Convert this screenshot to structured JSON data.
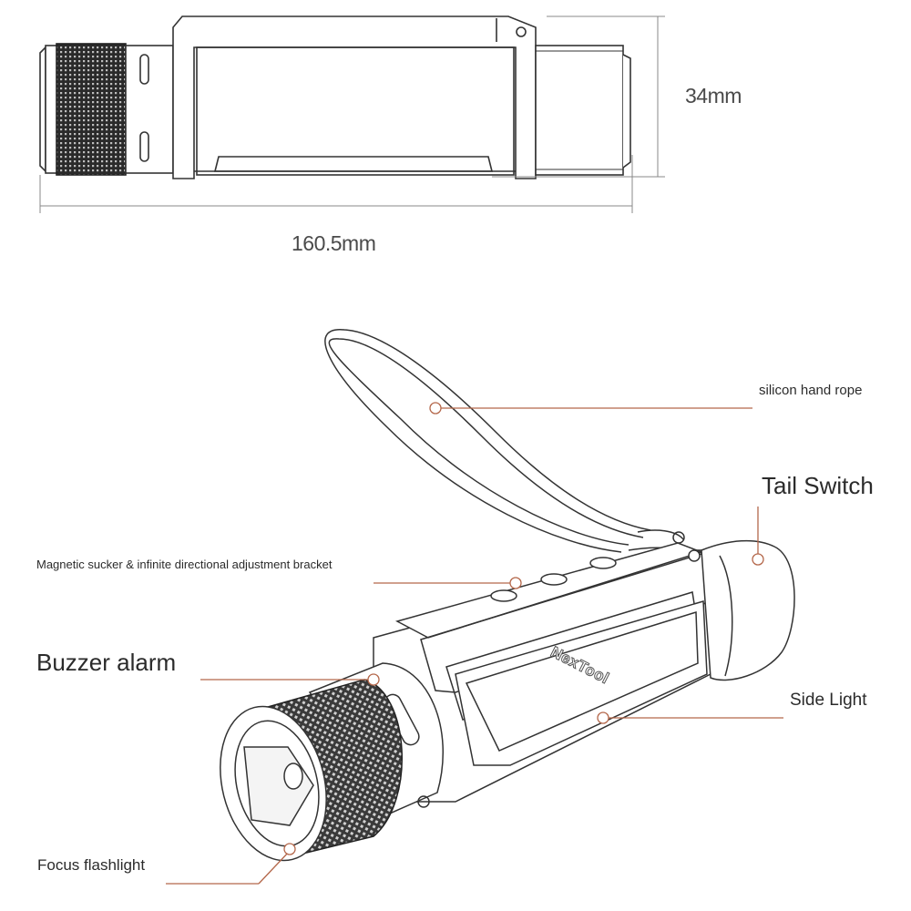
{
  "dimensions": {
    "height_label": "34mm",
    "length_label": "160.5mm"
  },
  "brand": {
    "logo_text": "NexTool"
  },
  "callouts": {
    "hand_rope": "silicon hand rope",
    "tail_switch": "Tail Switch",
    "magnetic_bracket": "Magnetic sucker & infinite directional adjustment bracket",
    "buzzer_alarm": "Buzzer alarm",
    "side_light": "Side Light",
    "focus_flashlight": "Focus flashlight"
  },
  "colors": {
    "callout_line": "#b4674a",
    "outline": "#333333",
    "dimension_line": "#888888"
  }
}
